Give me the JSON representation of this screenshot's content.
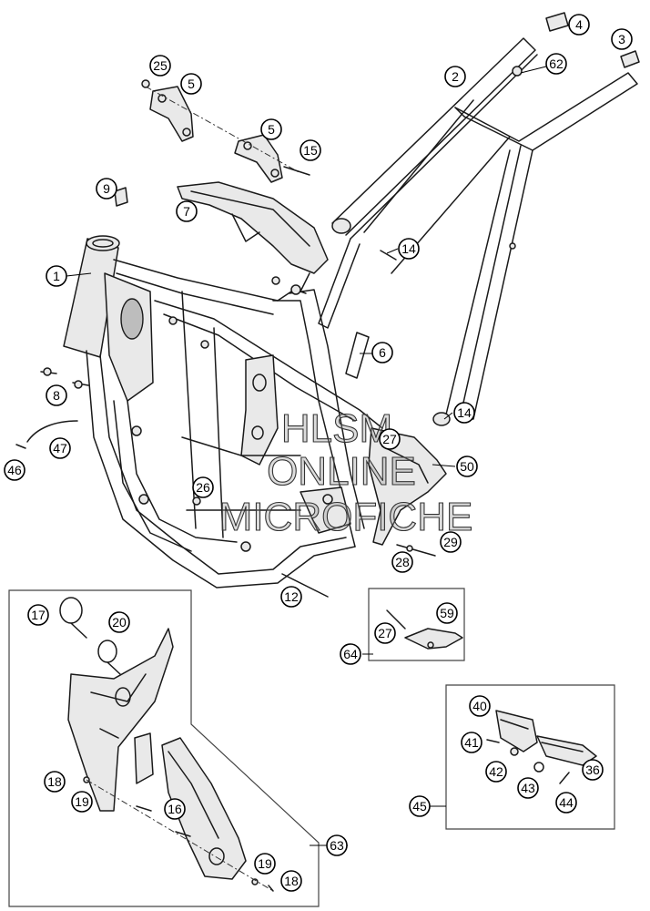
{
  "watermark": {
    "line1": "HLSM",
    "line2": "ONLINE",
    "line3": "MICROFICHE"
  },
  "callouts": [
    {
      "id": "c1",
      "label": "1"
    },
    {
      "id": "c2",
      "label": "2"
    },
    {
      "id": "c3",
      "label": "3"
    },
    {
      "id": "c4",
      "label": "4"
    },
    {
      "id": "c5a",
      "label": "5"
    },
    {
      "id": "c5b",
      "label": "5"
    },
    {
      "id": "c6",
      "label": "6"
    },
    {
      "id": "c7",
      "label": "7"
    },
    {
      "id": "c8",
      "label": "8"
    },
    {
      "id": "c9",
      "label": "9"
    },
    {
      "id": "c12",
      "label": "12"
    },
    {
      "id": "c14a",
      "label": "14"
    },
    {
      "id": "c14b",
      "label": "14"
    },
    {
      "id": "c15",
      "label": "15"
    },
    {
      "id": "c16",
      "label": "16"
    },
    {
      "id": "c17",
      "label": "17"
    },
    {
      "id": "c18a",
      "label": "18"
    },
    {
      "id": "c18b",
      "label": "18"
    },
    {
      "id": "c19a",
      "label": "19"
    },
    {
      "id": "c19b",
      "label": "19"
    },
    {
      "id": "c20",
      "label": "20"
    },
    {
      "id": "c25",
      "label": "25"
    },
    {
      "id": "c26",
      "label": "26"
    },
    {
      "id": "c27a",
      "label": "27"
    },
    {
      "id": "c27b",
      "label": "27"
    },
    {
      "id": "c28",
      "label": "28"
    },
    {
      "id": "c29",
      "label": "29"
    },
    {
      "id": "c36",
      "label": "36"
    },
    {
      "id": "c40",
      "label": "40"
    },
    {
      "id": "c41",
      "label": "41"
    },
    {
      "id": "c42",
      "label": "42"
    },
    {
      "id": "c43",
      "label": "43"
    },
    {
      "id": "c44",
      "label": "44"
    },
    {
      "id": "c45",
      "label": "45"
    },
    {
      "id": "c46",
      "label": "46"
    },
    {
      "id": "c47",
      "label": "47"
    },
    {
      "id": "c50",
      "label": "50"
    },
    {
      "id": "c59",
      "label": "59"
    },
    {
      "id": "c62",
      "label": "62"
    },
    {
      "id": "c63",
      "label": "63"
    },
    {
      "id": "c64",
      "label": "64"
    }
  ]
}
